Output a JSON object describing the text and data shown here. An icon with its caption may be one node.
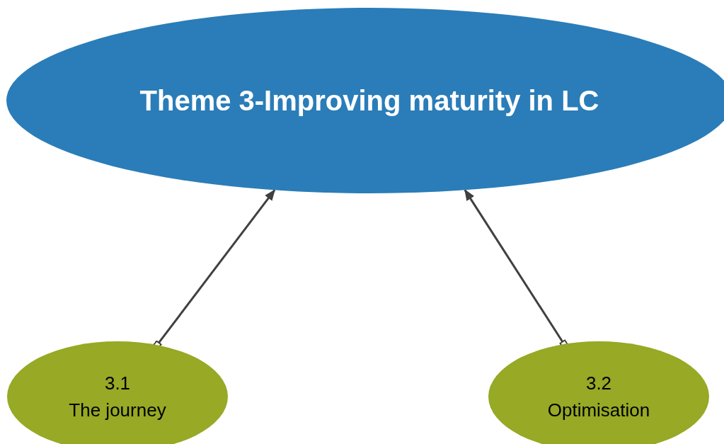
{
  "diagram": {
    "nodes": [
      {
        "text": [
          "Theme 3-Improving maturity in LC"
        ]
      },
      {
        "text": [
          "3.1",
          "The journey"
        ]
      },
      {
        "text": [
          "3.2",
          "Optimisation"
        ]
      }
    ],
    "edges": [
      {
        "from": 1,
        "to": 0,
        "arrow": "to"
      },
      {
        "from": 2,
        "to": 0,
        "arrow": "to"
      }
    ]
  }
}
